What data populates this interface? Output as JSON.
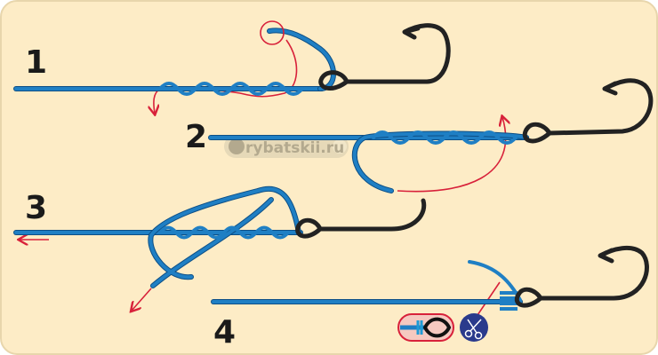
{
  "steps": [
    {
      "number": "1"
    },
    {
      "number": "2"
    },
    {
      "number": "3"
    },
    {
      "number": "4"
    }
  ],
  "watermark": "rybatskii.ru",
  "colors": {
    "background": "#fdecc6",
    "line": "#1f7fc4",
    "arrow": "#d8213a",
    "hook": "#222222",
    "scissors_badge": "#2a3a8c"
  },
  "icons": [
    "finished-knot-icon",
    "scissors-icon"
  ]
}
